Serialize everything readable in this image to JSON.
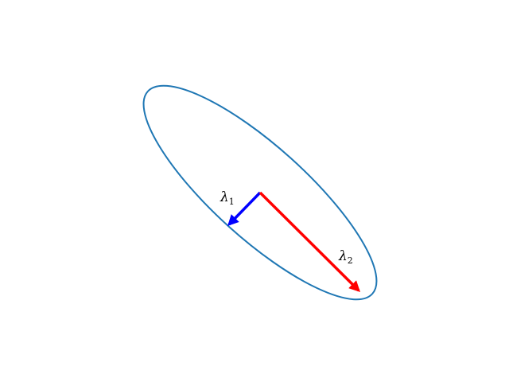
{
  "diagram": {
    "ellipse_color": "#1f77b4",
    "vectors": [
      {
        "id": "lambda1",
        "symbol": "λ",
        "subscript": "1",
        "color": "#0000ff"
      },
      {
        "id": "lambda2",
        "symbol": "λ",
        "subscript": "2",
        "color": "#ff0000"
      }
    ]
  }
}
